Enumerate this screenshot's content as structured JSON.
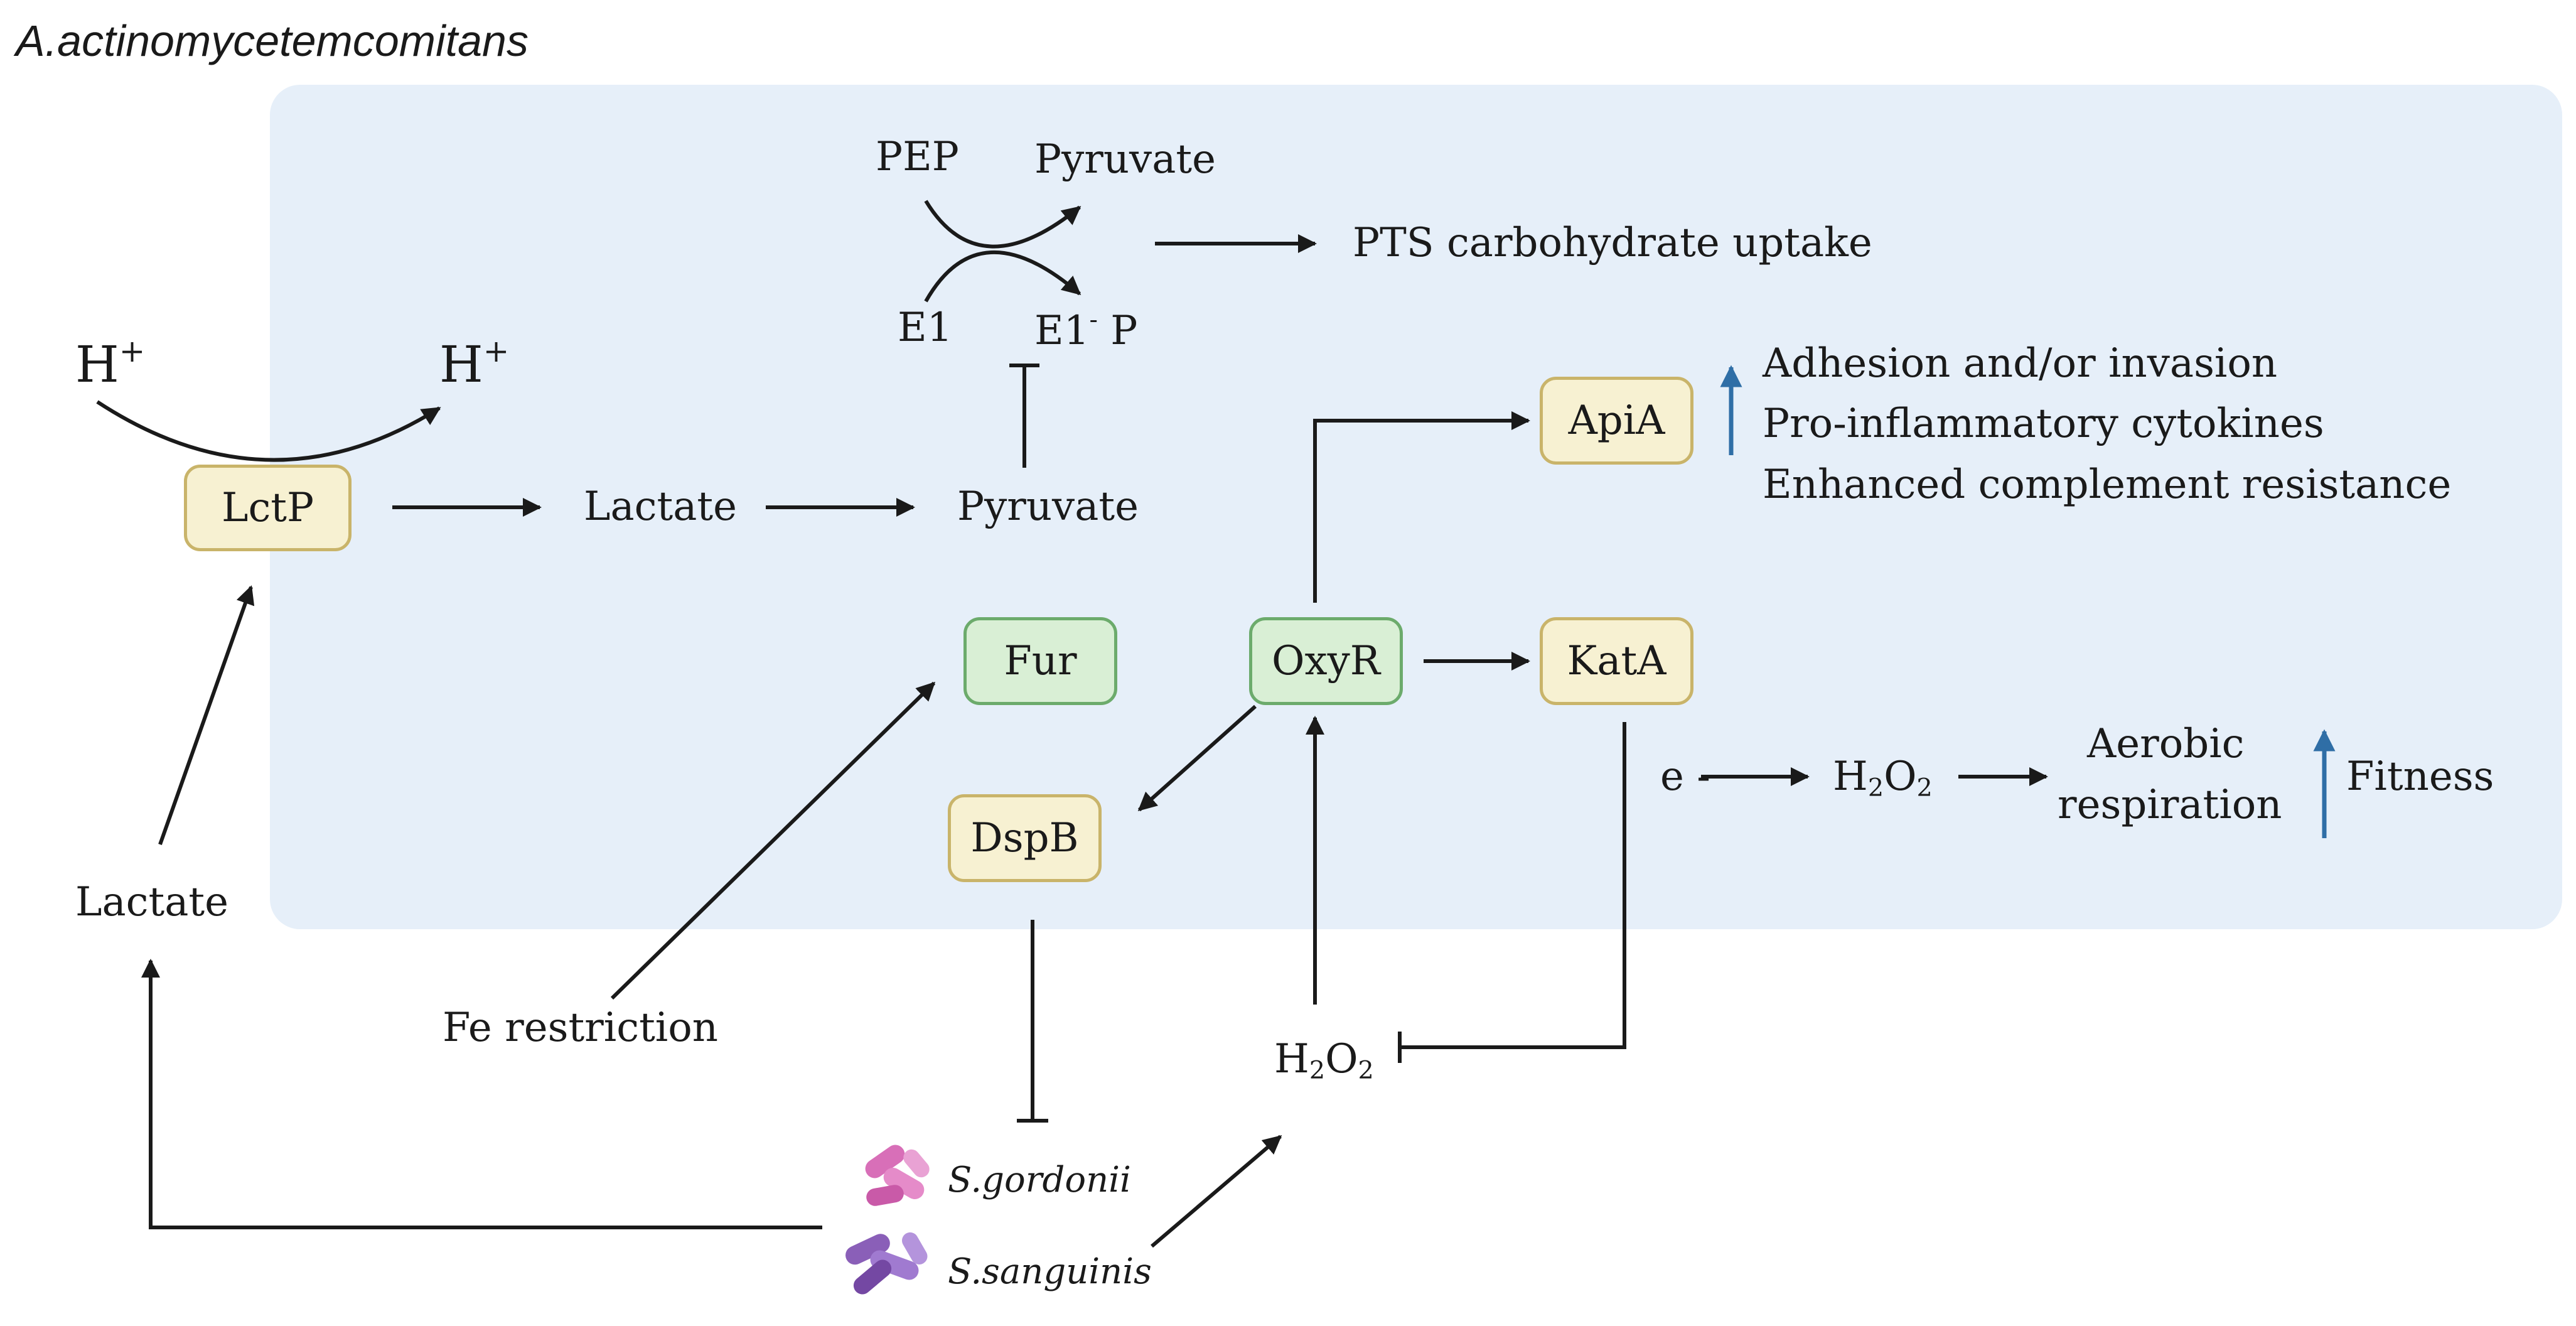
{
  "title": "A.actinomycetemcomitans",
  "nodes": {
    "lctp": "LctP",
    "apia": "ApiA",
    "fur": "Fur",
    "oxyr": "OxyR",
    "kata": "KatA",
    "dspb": "DspB"
  },
  "labels": {
    "h_left": "H",
    "h_right": "H",
    "plus": "+",
    "lactate_inside": "Lactate",
    "lactate_outside": "Lactate",
    "pyruvate_mid": "Pyruvate",
    "pep": "PEP",
    "pyruvate_top": "Pyruvate",
    "e1": "E1",
    "e1p_main": "E1",
    "e1p_sup": "-",
    "e1p_tail": " P",
    "pts": "PTS carbohydrate uptake",
    "effect1": "Adhesion and/or invasion",
    "effect2": "Pro-inflammatory cytokines",
    "effect3": "Enhanced complement resistance",
    "electron": "e -",
    "h2o2_h": "H",
    "h2o2_2a": "2",
    "h2o2_o": "O",
    "h2o2_2b": "2",
    "aerobic1": "Aerobic",
    "aerobic2": "respiration",
    "fitness": "Fitness",
    "fe_restriction": "Fe restriction",
    "sgordonii": "S.gordonii",
    "ssanguinis": "S.sanguinis"
  },
  "colors": {
    "cell_background": "#e6eff9",
    "yellow_node_fill": "#f7f1d2",
    "yellow_node_border": "#c9b46a",
    "green_node_fill": "#d9efd5",
    "green_node_border": "#6cab6c",
    "up_arrow": "#2f6ea6",
    "sgordonii": "#d86fb8",
    "ssanguinis": "#8a5fb8"
  }
}
